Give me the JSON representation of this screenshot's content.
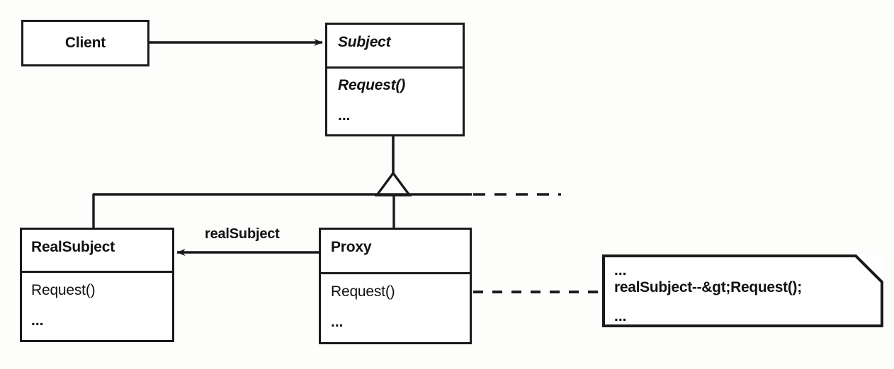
{
  "diagram": {
    "type": "uml-class-diagram",
    "pattern": "Proxy",
    "line_color": "#1a1a1a",
    "background": "#fdfdfc"
  },
  "classes": {
    "client": {
      "name": "Client",
      "abstract": false,
      "operations": []
    },
    "subject": {
      "name": "Subject",
      "abstract": true,
      "operations": [
        "Request()"
      ],
      "ellipsis": "..."
    },
    "real_subject": {
      "name": "RealSubject",
      "abstract": false,
      "operations": [
        "Request()"
      ],
      "ellipsis": "..."
    },
    "proxy": {
      "name": "Proxy",
      "abstract": false,
      "operations": [
        "Request()"
      ],
      "ellipsis": "..."
    }
  },
  "associations": {
    "real_subject_label": "realSubject"
  },
  "note": {
    "line1": "...",
    "line2": "realSubject--&gt;Request();",
    "line3": "..."
  }
}
